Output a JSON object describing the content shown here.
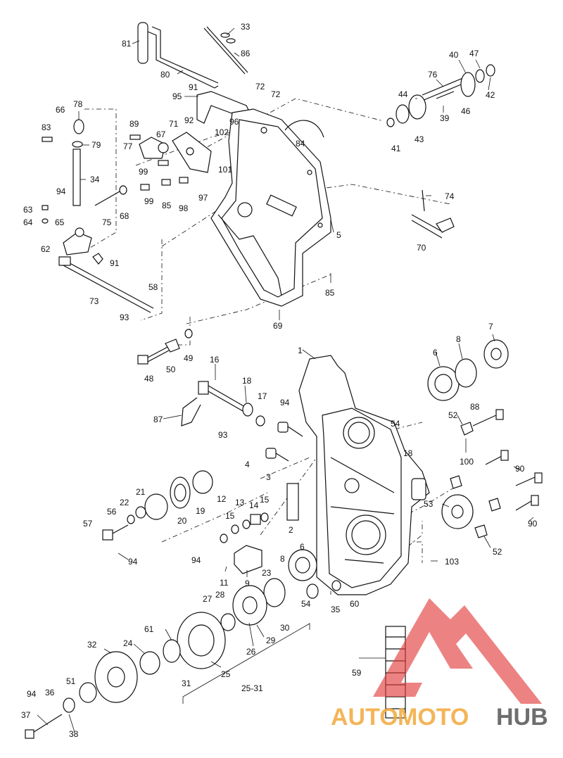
{
  "diagram": {
    "callouts": [
      {
        "id": "81",
        "text": "81"
      },
      {
        "id": "33",
        "text": "33"
      },
      {
        "id": "86",
        "text": "86"
      },
      {
        "id": "80",
        "text": "80"
      },
      {
        "id": "72a",
        "text": "72"
      },
      {
        "id": "72b",
        "text": "72"
      },
      {
        "id": "91a",
        "text": "91"
      },
      {
        "id": "95",
        "text": "95"
      },
      {
        "id": "78",
        "text": "78"
      },
      {
        "id": "66",
        "text": "66"
      },
      {
        "id": "83",
        "text": "83"
      },
      {
        "id": "79",
        "text": "79"
      },
      {
        "id": "89",
        "text": "89"
      },
      {
        "id": "92",
        "text": "92"
      },
      {
        "id": "71",
        "text": "71"
      },
      {
        "id": "67",
        "text": "67"
      },
      {
        "id": "77",
        "text": "77"
      },
      {
        "id": "102",
        "text": "102"
      },
      {
        "id": "96",
        "text": "96"
      },
      {
        "id": "101",
        "text": "101"
      },
      {
        "id": "99a",
        "text": "99"
      },
      {
        "id": "99b",
        "text": "99"
      },
      {
        "id": "85a",
        "text": "85"
      },
      {
        "id": "98",
        "text": "98"
      },
      {
        "id": "97",
        "text": "97"
      },
      {
        "id": "34",
        "text": "34"
      },
      {
        "id": "94a",
        "text": "94"
      },
      {
        "id": "63",
        "text": "63"
      },
      {
        "id": "75",
        "text": "75"
      },
      {
        "id": "68",
        "text": "68"
      },
      {
        "id": "64",
        "text": "64"
      },
      {
        "id": "65",
        "text": "65"
      },
      {
        "id": "62",
        "text": "62"
      },
      {
        "id": "91b",
        "text": "91"
      },
      {
        "id": "73",
        "text": "73"
      },
      {
        "id": "58",
        "text": "58"
      },
      {
        "id": "93a",
        "text": "93"
      },
      {
        "id": "84",
        "text": "84"
      },
      {
        "id": "40",
        "text": "40"
      },
      {
        "id": "47",
        "text": "47"
      },
      {
        "id": "76",
        "text": "76"
      },
      {
        "id": "44",
        "text": "44"
      },
      {
        "id": "42",
        "text": "42"
      },
      {
        "id": "39",
        "text": "39"
      },
      {
        "id": "46",
        "text": "46"
      },
      {
        "id": "43",
        "text": "43"
      },
      {
        "id": "41",
        "text": "41"
      },
      {
        "id": "74",
        "text": "74"
      },
      {
        "id": "5",
        "text": "5"
      },
      {
        "id": "70",
        "text": "70"
      },
      {
        "id": "85b",
        "text": "85"
      },
      {
        "id": "69",
        "text": "69"
      },
      {
        "id": "48",
        "text": "48"
      },
      {
        "id": "50",
        "text": "50"
      },
      {
        "id": "49",
        "text": "49"
      },
      {
        "id": "1",
        "text": "1"
      },
      {
        "id": "6a",
        "text": "6"
      },
      {
        "id": "8a",
        "text": "8"
      },
      {
        "id": "7",
        "text": "7"
      },
      {
        "id": "16",
        "text": "16"
      },
      {
        "id": "18a",
        "text": "18"
      },
      {
        "id": "17",
        "text": "17"
      },
      {
        "id": "94b",
        "text": "94"
      },
      {
        "id": "87",
        "text": "87"
      },
      {
        "id": "93b",
        "text": "93"
      },
      {
        "id": "52a",
        "text": "52"
      },
      {
        "id": "88",
        "text": "88"
      },
      {
        "id": "54a",
        "text": "54"
      },
      {
        "id": "18b",
        "text": "18"
      },
      {
        "id": "100",
        "text": "100"
      },
      {
        "id": "4",
        "text": "4"
      },
      {
        "id": "3",
        "text": "3"
      },
      {
        "id": "90a",
        "text": "90"
      },
      {
        "id": "21",
        "text": "21"
      },
      {
        "id": "22",
        "text": "22"
      },
      {
        "id": "56",
        "text": "56"
      },
      {
        "id": "19",
        "text": "19"
      },
      {
        "id": "20",
        "text": "20"
      },
      {
        "id": "12",
        "text": "12"
      },
      {
        "id": "13",
        "text": "13"
      },
      {
        "id": "14",
        "text": "14"
      },
      {
        "id": "15a",
        "text": "15"
      },
      {
        "id": "15b",
        "text": "15"
      },
      {
        "id": "2",
        "text": "2"
      },
      {
        "id": "53",
        "text": "53"
      },
      {
        "id": "90b",
        "text": "90"
      },
      {
        "id": "57",
        "text": "57"
      },
      {
        "id": "94c",
        "text": "94"
      },
      {
        "id": "52b",
        "text": "52"
      },
      {
        "id": "94d",
        "text": "94"
      },
      {
        "id": "11",
        "text": "11"
      },
      {
        "id": "9",
        "text": "9"
      },
      {
        "id": "6b",
        "text": "6"
      },
      {
        "id": "8b",
        "text": "8"
      },
      {
        "id": "103",
        "text": "103"
      },
      {
        "id": "23",
        "text": "23"
      },
      {
        "id": "27",
        "text": "27"
      },
      {
        "id": "28",
        "text": "28"
      },
      {
        "id": "54b",
        "text": "54"
      },
      {
        "id": "35",
        "text": "35"
      },
      {
        "id": "60",
        "text": "60"
      },
      {
        "id": "30",
        "text": "30"
      },
      {
        "id": "61",
        "text": "61"
      },
      {
        "id": "26",
        "text": "26"
      },
      {
        "id": "29",
        "text": "29"
      },
      {
        "id": "32",
        "text": "32"
      },
      {
        "id": "24",
        "text": "24"
      },
      {
        "id": "31",
        "text": "31"
      },
      {
        "id": "25",
        "text": "25"
      },
      {
        "id": "25-31",
        "text": "25-31"
      },
      {
        "id": "59",
        "text": "59"
      },
      {
        "id": "94e",
        "text": "94"
      },
      {
        "id": "36",
        "text": "36"
      },
      {
        "id": "51",
        "text": "51"
      },
      {
        "id": "37",
        "text": "37"
      },
      {
        "id": "38",
        "text": "38"
      }
    ]
  },
  "watermark": {
    "text_auto": "AUTO",
    "text_moto": "MOTO",
    "text_hub": "HUB",
    "color_red": "#e23b3b",
    "color_orange": "#f2a93b",
    "color_gray": "#555555"
  }
}
